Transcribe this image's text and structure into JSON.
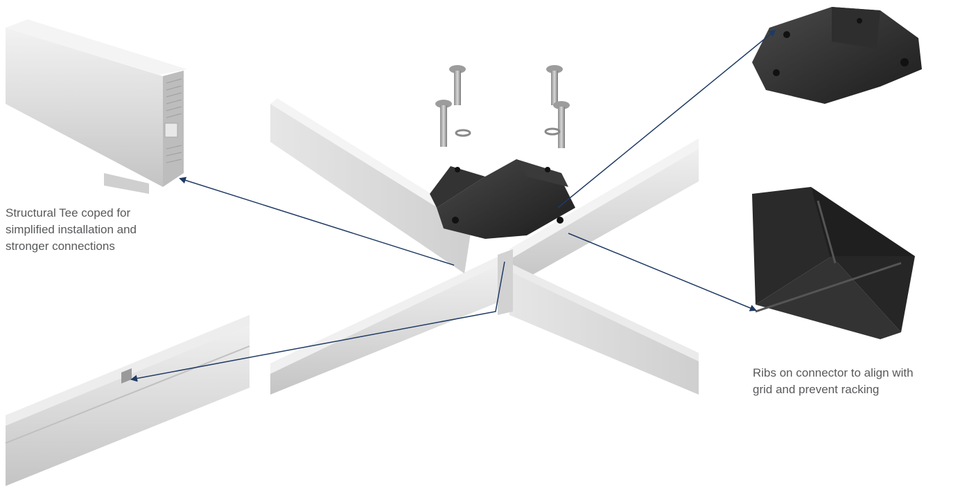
{
  "captions": {
    "structural_tee": [
      "Structural Tee coped for",
      "simplified installation and",
      "stronger connections"
    ],
    "ribs": [
      "Ribs on connector to align with",
      "grid and prevent racking"
    ]
  },
  "colors": {
    "leader_line": "#1f3a64",
    "connector": "#2b2b2b",
    "aluminum": "#dcdcdc",
    "caption_text": "#58595b"
  },
  "icons": {
    "screw": "pan-head-screw-icon",
    "washer": "washer-icon",
    "connector": "four-way-connector-icon",
    "arrowhead": "arrowhead-icon"
  }
}
